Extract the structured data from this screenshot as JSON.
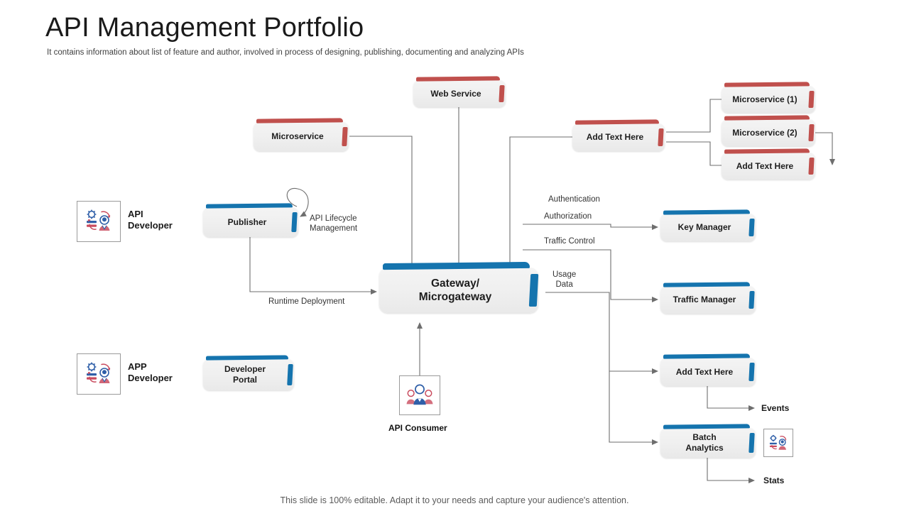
{
  "slide": {
    "title": "API Management Portfolio",
    "subtitle": "It contains information about  list of feature and author, involved in process of designing, publishing, documenting and analyzing APIs",
    "footer": "This slide is 100% editable. Adapt it to your needs and capture your audience's attention."
  },
  "colors": {
    "red_accent": "#c0504d",
    "blue_accent": "#1574ae",
    "node_fill": "#efefef",
    "connector": "#6e6e6e",
    "text": "#1d1d1d"
  },
  "roles": [
    {
      "id": "api-developer",
      "label_line1": "API",
      "label_line2": "Developer",
      "icon": "developer-gear-person-icon"
    },
    {
      "id": "app-developer",
      "label_line1": "APP",
      "label_line2": "Developer",
      "icon": "developer-gear-person-icon"
    }
  ],
  "nodes": {
    "publisher": {
      "label": "Publisher",
      "accent": "blue"
    },
    "developer_portal": {
      "label_line1": "Developer",
      "label_line2": "Portal",
      "accent": "blue"
    },
    "microservice": {
      "label": "Microservice",
      "accent": "red"
    },
    "web_service": {
      "label": "Web Service",
      "accent": "red"
    },
    "add_text_top": {
      "label": "Add  Text Here",
      "accent": "red"
    },
    "microservice_1": {
      "label": "Microservice (1)",
      "accent": "red"
    },
    "microservice_2": {
      "label": "Microservice (2)",
      "accent": "red"
    },
    "add_text_right": {
      "label": "Add  Text Here",
      "accent": "red"
    },
    "gateway": {
      "label_line1": "Gateway/",
      "label_line2": "Microgateway",
      "accent": "blue"
    },
    "key_manager": {
      "label": "Key Manager",
      "accent": "blue"
    },
    "traffic_manager": {
      "label": "Traffic Manager",
      "accent": "blue"
    },
    "add_text_bottom": {
      "label": "Add  Text Here",
      "accent": "blue"
    },
    "batch_analytics": {
      "label_line1": "Batch",
      "label_line2": "Analytics",
      "accent": "blue"
    }
  },
  "edge_labels": {
    "lifecycle_line1": "API  Lifecycle",
    "lifecycle_line2": "Management",
    "runtime_deployment": "Runtime Deployment",
    "authentication": "Authentication",
    "authorization": "Authorization",
    "traffic_control": "Traffic Control",
    "usage_line1": "Usage",
    "usage_line2": "Data"
  },
  "endpoints": {
    "events": "Events",
    "stats": "Stats"
  },
  "captions": {
    "api_consumer": "API Consumer"
  },
  "icons": {
    "api_consumer": "people-group-icon",
    "analytics_person": "developer-gear-person-icon"
  }
}
